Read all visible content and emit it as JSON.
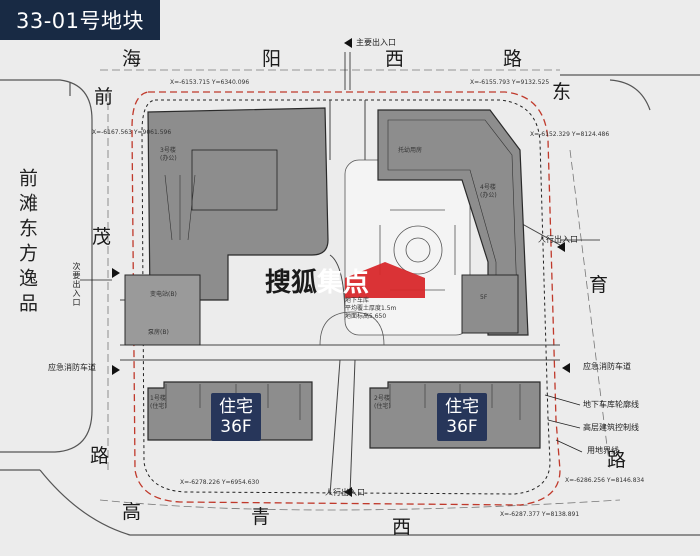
{
  "title": "33-01号地块",
  "roads": {
    "north": [
      "海",
      "阳",
      "西",
      "路"
    ],
    "northwest": "前",
    "east": [
      "东",
      "育"
    ],
    "west_vertical": "茂",
    "west_lower": "路",
    "south_west": "高",
    "south": [
      "青",
      "西"
    ],
    "south_east": "路"
  },
  "neighbor": "前滩东方逸品",
  "entrances": {
    "main": "主要出入口",
    "secondary": "次要出入口",
    "pedestrian_east": "人行出入口",
    "pedestrian_south": "人行出入口",
    "emergency_west": "应急消防车道",
    "emergency_east": "应急消防车道"
  },
  "buildings": {
    "b3": "3号楼",
    "b3_sub": "(办公)",
    "b4": "4号楼",
    "b4_sub": "(办公)",
    "b1": "1号楼",
    "b1_sub": "(住宅)",
    "b2": "2号楼",
    "b2_sub": "(住宅)",
    "transformer": "变电站(B)",
    "pump": "泵房(B)",
    "kindergarten": "托幼用房",
    "b5f": "5F"
  },
  "legend": {
    "underground_line": "地下车库轮廓线",
    "tower_control": "高层建筑控制线",
    "boundary": "用地界线"
  },
  "underground": {
    "title": "地下车库",
    "line1": "平均覆土厚度1.5m",
    "line2": "地面标高5.650"
  },
  "badges": [
    {
      "line1": "住宅",
      "line2": "36F"
    },
    {
      "line1": "住宅",
      "line2": "36F"
    }
  ],
  "watermark": {
    "part1": "搜狐",
    "part2": "集点"
  },
  "coords": {
    "nw": "X=-6153.715 Y=6340.096",
    "ne": "X=-6155.793 Y=9132.525",
    "w1": "X=-6167.563 Y=9061.596",
    "e1": "X=-6152.329 Y=8124.486",
    "sw": "X=-6278.226 Y=6954.630",
    "se": "X=-6286.256 Y=8146.834",
    "se2": "X=-6287.377 Y=8138.891"
  },
  "colors": {
    "building_fill": "#8d8d8d",
    "building_stroke": "#2a2a2a",
    "badge": "#27365a",
    "title_bg": "#182a44",
    "paper": "#ececec",
    "watermark_red": "#d8282b"
  }
}
